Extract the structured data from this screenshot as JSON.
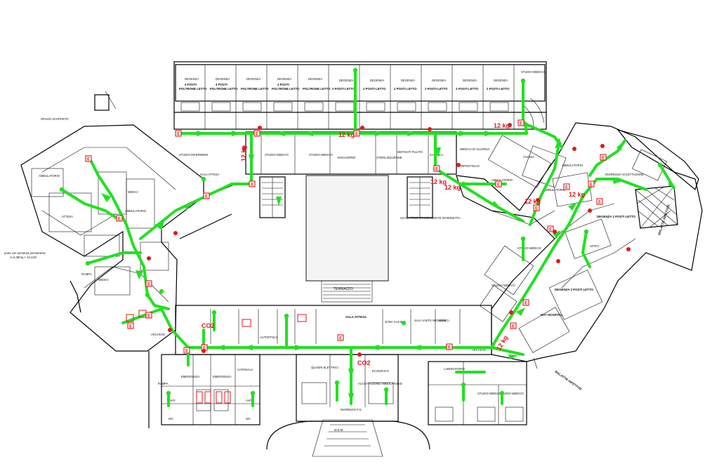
{
  "colors": {
    "route": "#22e022",
    "signage": "#e8141b",
    "walls": "#000000"
  },
  "labels": {
    "spazio_scoperto": "SPAZIO SCOPERTO",
    "porta_note": "porta con serratura permanente",
    "porta_note2": "A=5,39mq > 13,1/40",
    "rampa": "RAMPA",
    "studio_medico_top": "STUDIO MEDICO",
    "degenza": "DEGENZA",
    "poltrone_letto": "POLTRONE LETTO",
    "posti_4": "4 POSTI",
    "posti_2_letto": "2 POSTI LETTO",
    "ambulatorio": "AMBULATORIO",
    "attesa": "ATTESA",
    "medici": "MEDICI",
    "studio_medico": "STUDIO MEDICO",
    "studio_infermieri": "STUDIO INFERMIERI",
    "sala_attesa": "SALA ATTESA",
    "soggiorno": "SOGGIORNO",
    "sterilizzazione": "STERILIZZAZIONE",
    "depositi": "DEPOSITI PULITO",
    "capsula": "CAPSULA",
    "medico_guardia": "MEDICO DI GUARDIA",
    "cucina": "CUCINA",
    "ripostiglio": "RIPOSTIGLIO",
    "scala": "SCALA TEMPORANEAMENTE INTERDETTA",
    "terrazzo": "TERRAZZO",
    "sala_attesa_c": "SALA ATTESA",
    "zona_cucina": "ZONA CUCINA",
    "sala_visite": "SALA VISITE MEDICHE",
    "uffici": "UFFICI",
    "degenza_tre": "DEGENZA 2 POSTI LETTO",
    "day_hospital": "DAY HOSPITAL",
    "ingresso": "INGRESSO ACCETTAZIONE",
    "laboratorio": "LABORATORIO",
    "archivio": "ARCHIVIO",
    "quadri": "QUADRI ELETTRICI",
    "ecografo": "ECOGRAFO",
    "accettazione": "ACCETTAZIONE AMBULATORIO",
    "ingresso_pz": "INGRESSO P.S.",
    "caposala": "CAPOSALA",
    "emergenza": "EMERGENZA",
    "wc": "WC",
    "anti": "ANTI",
    "autoptolo": "AUTOPTOLO",
    "malattie_infettive": "MALATTIE INFETTIVE",
    "malattie_infettive_2": "MALATTIE INFETTIVE",
    "mdm": "M.D.M."
  },
  "signs": {
    "exit": "E",
    "extinguisher_12": "12 kg",
    "co2": "CO2"
  }
}
